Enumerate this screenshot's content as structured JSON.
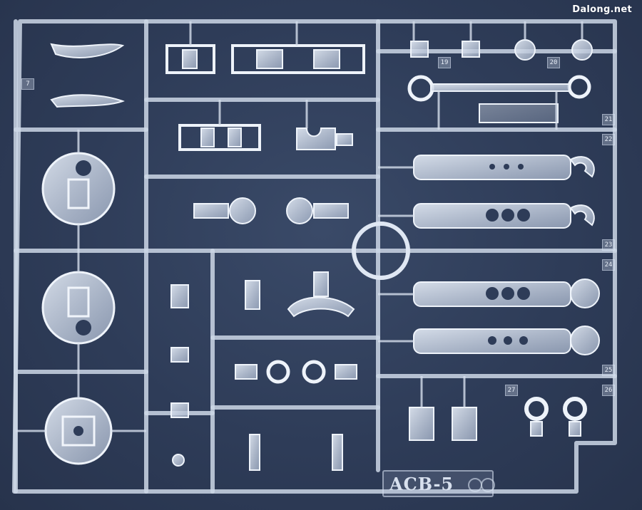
{
  "watermark": "Dalong.net",
  "runner_label": "ACB-5",
  "part_tags": [
    "7",
    "19",
    "20",
    "21",
    "22",
    "23",
    "24",
    "25",
    "26",
    "27"
  ],
  "colors": {
    "background": "#2d3b55",
    "plastic": "#c9d3e2",
    "plastic_edge": "#e8eef7",
    "plastic_shadow": "#8e9bb4"
  },
  "subject": "clear plastic model kit sprue runner"
}
